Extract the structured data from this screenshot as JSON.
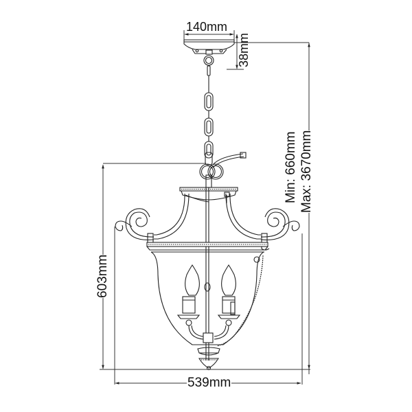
{
  "diagram": {
    "subject": "pendant lantern light fixture dimension drawing",
    "colors": {
      "line": "#222222",
      "dimension": "#333333",
      "background": "#ffffff"
    },
    "dimensions": {
      "canopy_width": "140mm",
      "canopy_height": "38mm",
      "drop_min": "Min: 660mm",
      "drop_max": "Max: 3670mm",
      "body_height": "603mm",
      "body_width": "539mm"
    },
    "components": [
      "ceiling-canopy",
      "chain",
      "loop-hook",
      "top-crown",
      "scroll-arms",
      "bead-gallery-rim",
      "glass-bell-shade",
      "candle-lamp-left",
      "candle-lamp-right",
      "candle-arms",
      "center-stem",
      "bottom-finial",
      "side-cord"
    ]
  }
}
